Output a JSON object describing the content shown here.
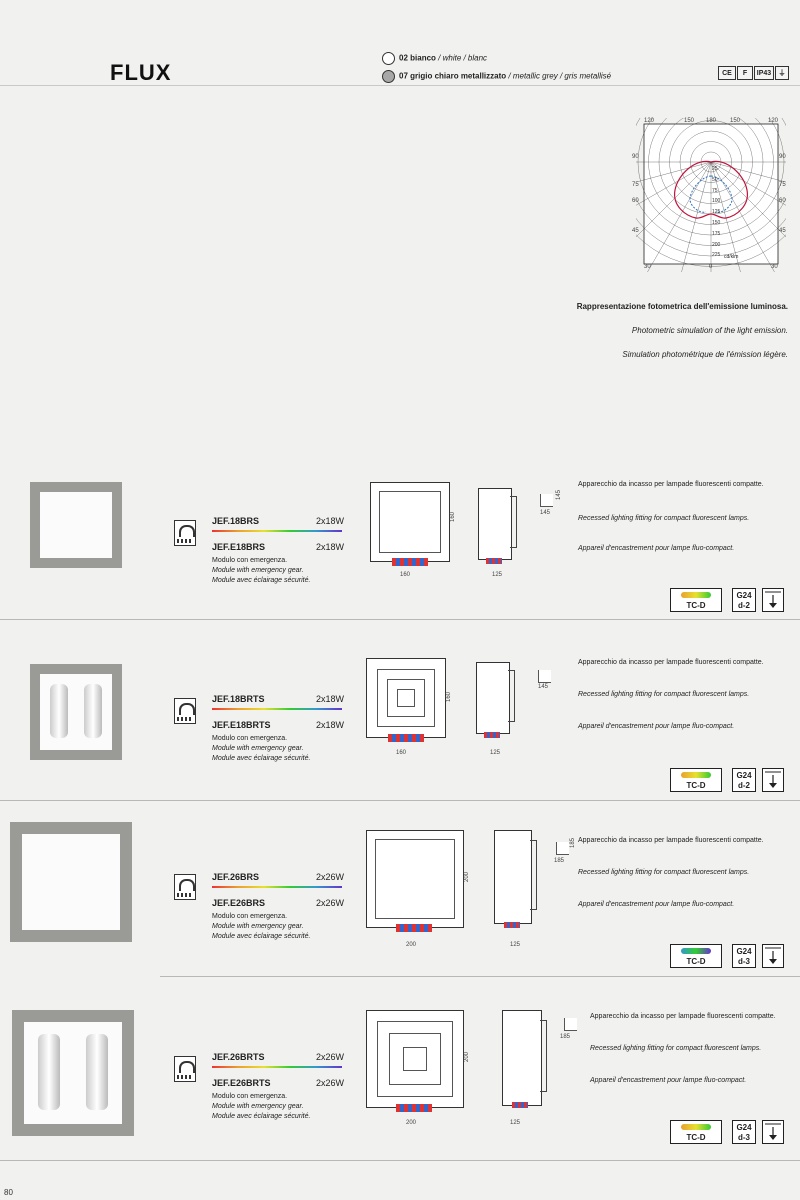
{
  "header": {
    "title": "FLUX",
    "finishes": [
      {
        "code": "02",
        "name_it": "bianco",
        "name_en_fr": " / white / blanc",
        "color": "#ffffff"
      },
      {
        "code": "07",
        "name_it": "grigio chiaro metallizzato",
        "name_en_fr": " / metallic grey / gris metallisé",
        "color": "#a8a8a8"
      }
    ],
    "certs": [
      "CE",
      "F",
      "IP43",
      "⏚"
    ]
  },
  "photometric": {
    "top_labels": [
      "120",
      "150",
      "180",
      "150",
      "120"
    ],
    "left_labels": [
      "90",
      "75",
      "60",
      "45"
    ],
    "right_labels": [
      "90",
      "75",
      "60",
      "45"
    ],
    "bottom_labels": [
      "30",
      "0",
      "30"
    ],
    "radial_labels": [
      "25",
      "50",
      "75",
      "100",
      "125",
      "150",
      "175",
      "200",
      "225"
    ],
    "unit": "cd/klm",
    "caption_it": "Rappresentazione fotometrica dell'emissione luminosa.",
    "caption_en": "Photometric simulation of the light emission.",
    "caption_fr": "Simulation photométrique de l'émission légère."
  },
  "products": [
    {
      "model_a": "JEF.18BRS",
      "watt_a": "2x18W",
      "model_b": "JEF.E18BRS",
      "watt_b": "2x18W",
      "desc_it": "Modulo con emergenza.",
      "desc_en": "Module with emergency gear.",
      "desc_fr": "Module avec éclairage sécurité.",
      "dim_w": "160",
      "dim_h": "160",
      "dim_d": "125",
      "cut_w": "145",
      "cut_h": "145",
      "spec_it": "Apparecchio da incasso per lampade fluorescenti compatte.",
      "spec_en": "Recessed lighting fitting for compact fluorescent lamps.",
      "spec_fr": "Appareil d'encastrement pour lampe fluo-compact.",
      "lamp": "TC-D",
      "socket_a": "G24",
      "socket_b": "d-2"
    },
    {
      "model_a": "JEF.18BRTS",
      "watt_a": "2x18W",
      "model_b": "JEF.E18BRTS",
      "watt_b": "2x18W",
      "desc_it": "Modulo con emergenza.",
      "desc_en": "Module with emergency gear.",
      "desc_fr": "Module avec éclairage sécurité.",
      "dim_w": "160",
      "dim_h": "160",
      "dim_d": "125",
      "cut_w": "145",
      "cut_h": "",
      "spec_it": "Apparecchio da incasso per lampade fluorescenti compatte.",
      "spec_en": "Recessed lighting fitting for compact fluorescent lamps.",
      "spec_fr": "Appareil d'encastrement pour lampe fluo-compact.",
      "lamp": "TC-D",
      "socket_a": "G24",
      "socket_b": "d-2"
    },
    {
      "model_a": "JEF.26BRS",
      "watt_a": "2x26W",
      "model_b": "JEF.E26BRS",
      "watt_b": "2x26W",
      "desc_it": "Modulo con emergenza.",
      "desc_en": "Module with emergency gear.",
      "desc_fr": "Module avec éclairage sécurité.",
      "dim_w": "200",
      "dim_h": "200",
      "dim_d": "125",
      "cut_w": "185",
      "cut_h": "185",
      "spec_it": "Apparecchio da incasso per lampade fluorescenti compatte.",
      "spec_en": "Recessed lighting fitting for compact fluorescent lamps.",
      "spec_fr": "Appareil d'encastrement pour lampe fluo-compact.",
      "lamp": "TC-D",
      "socket_a": "G24",
      "socket_b": "d-3"
    },
    {
      "model_a": "JEF.26BRTS",
      "watt_a": "2x26W",
      "model_b": "JEF.E26BRTS",
      "watt_b": "2x26W",
      "desc_it": "Modulo con emergenza.",
      "desc_en": "Module with emergency gear.",
      "desc_fr": "Module avec éclairage sécurité.",
      "dim_w": "200",
      "dim_h": "200",
      "dim_d": "125",
      "cut_w": "185",
      "cut_h": "",
      "spec_it": "Apparecchio da incasso per lampade fluorescenti compatte.",
      "spec_en": "Recessed lighting fitting for compact fluorescent lamps.",
      "spec_fr": "Appareil d'encastrement pour lampe fluo-compact.",
      "lamp": "TC-D",
      "socket_a": "G24",
      "socket_b": "d-3"
    }
  ],
  "footer": {
    "page_number": "80"
  }
}
